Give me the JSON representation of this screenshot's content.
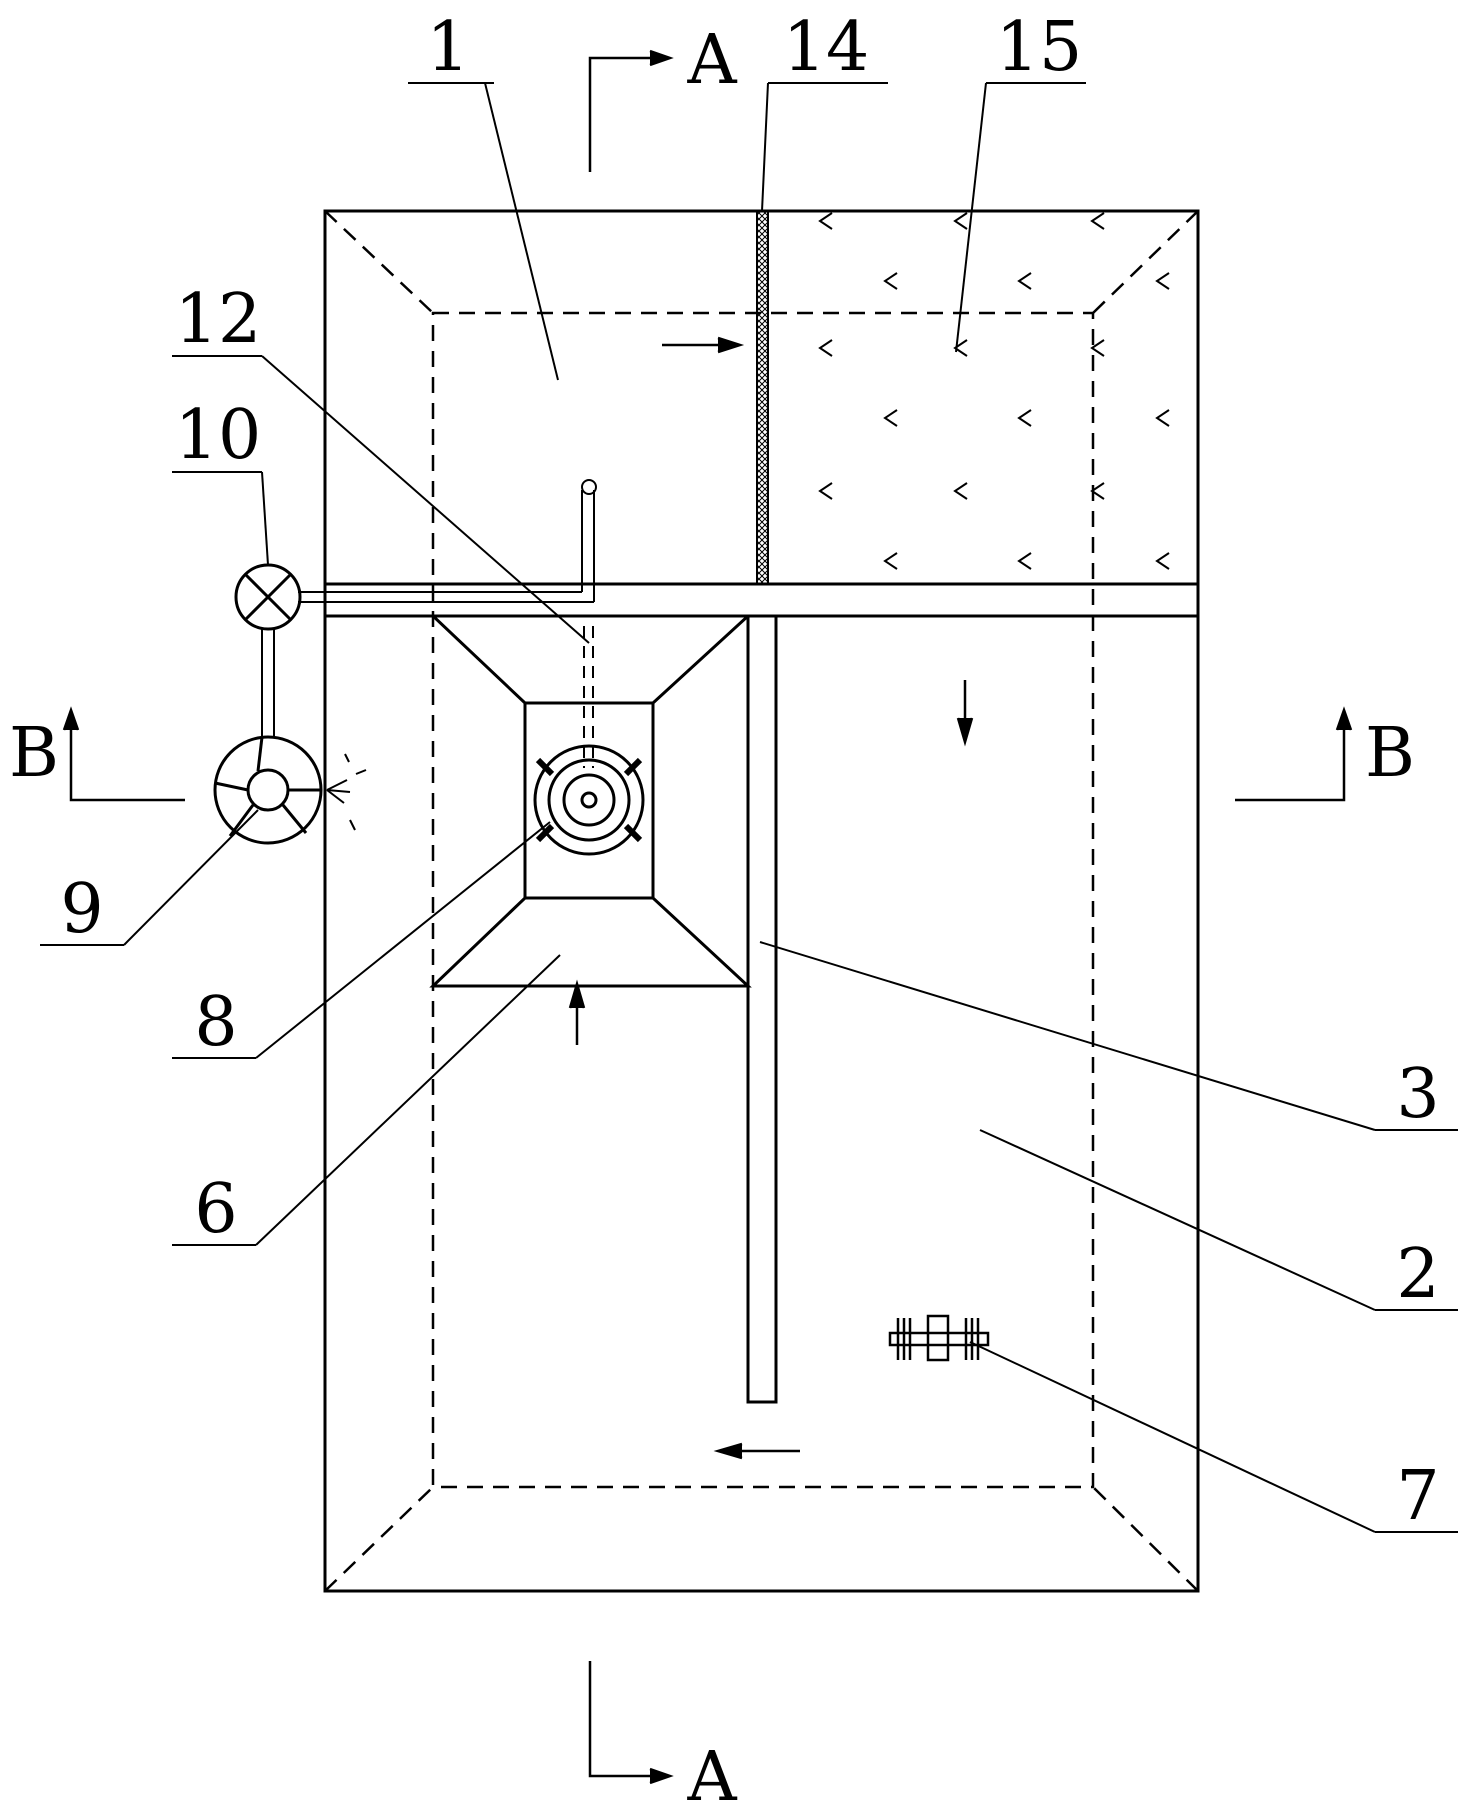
{
  "drawing": {
    "labels": {
      "l1": "1",
      "l2": "2",
      "l3": "3",
      "l6": "6",
      "l7": "7",
      "l8": "8",
      "l9": "9",
      "l10": "10",
      "l12": "12",
      "l14": "14",
      "l15": "15"
    },
    "sections": {
      "a_top": "A",
      "a_bottom": "A",
      "b_left": "B",
      "b_right": "B"
    },
    "line_color": "#000000",
    "background": "#ffffff"
  }
}
